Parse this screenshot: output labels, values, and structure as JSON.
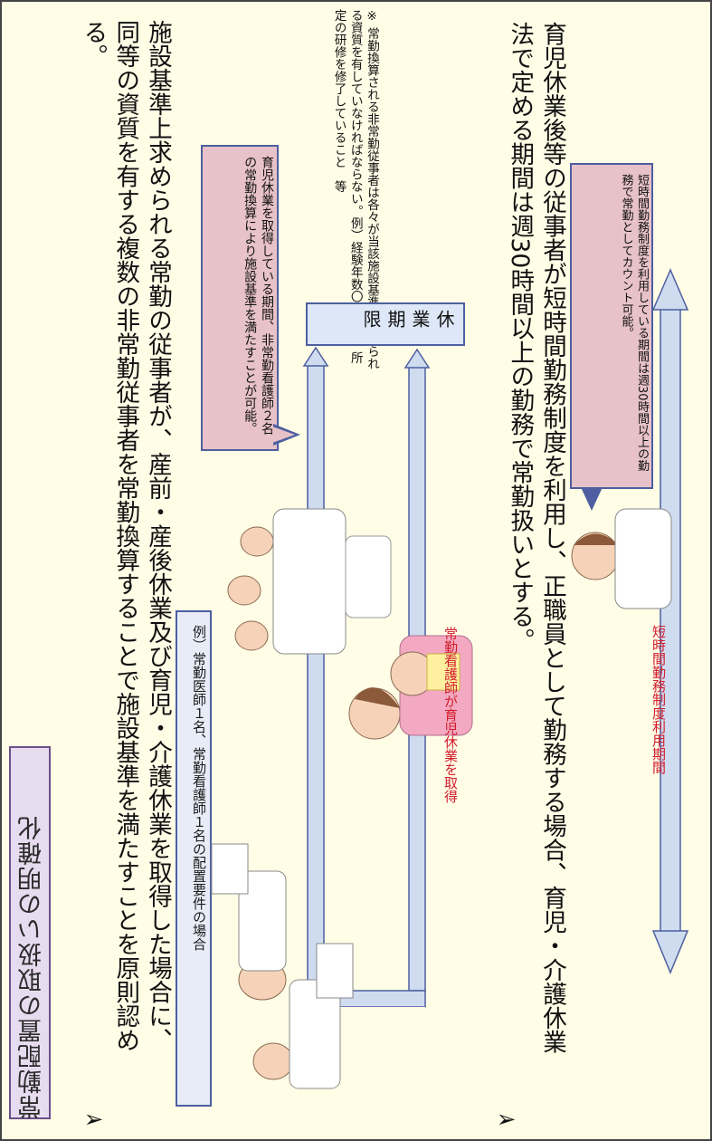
{
  "title": "常勤配置の取扱いの明確化",
  "bullet_symbol": "➢",
  "paragraph1": "施設基準上求められる常勤の従事者が、産前・産後休業及び育児・介護休業を取得した場合に、同等の資質を有する複数の非常勤従事者を常勤換算することで施設基準を満たすことを原則認める。",
  "example_box": "例）常勤医師１名、常勤看護師１名の配置要件の場合",
  "callout1": "育児休業を取得している期間、非常勤看護師２名の常勤換算により施設基準を満たすことが可能。",
  "note": "※ 常勤換算される非常勤従事者は各々が当該施設基準上求められる資質を有していなければならない。例）経験年数〇年以上、所定の研修を修了していること　等",
  "period_label": "休業期限",
  "red_label1": "常勤看護師が育児休業を取得",
  "paragraph2": "育児休業後等の従事者が短時間勤務制度を利用し、正職員として勤務する場合、育児・介護休業法で定める期間は週30時間以上の勤務で常勤扱いとする。",
  "callout2": "短時間勤務制度を利用している期間は週30時間以上の勤務で常勤としてカウント可能。",
  "red_label2": "短時間勤務制度利用期間",
  "colors": {
    "background": "#fffde6",
    "callout_fill": "#e7c2c8",
    "box_fill": "#e8ecf7",
    "border": "#4d5fa0",
    "arrow_fill": "#cfdcf0",
    "red": "#d11d2c"
  }
}
